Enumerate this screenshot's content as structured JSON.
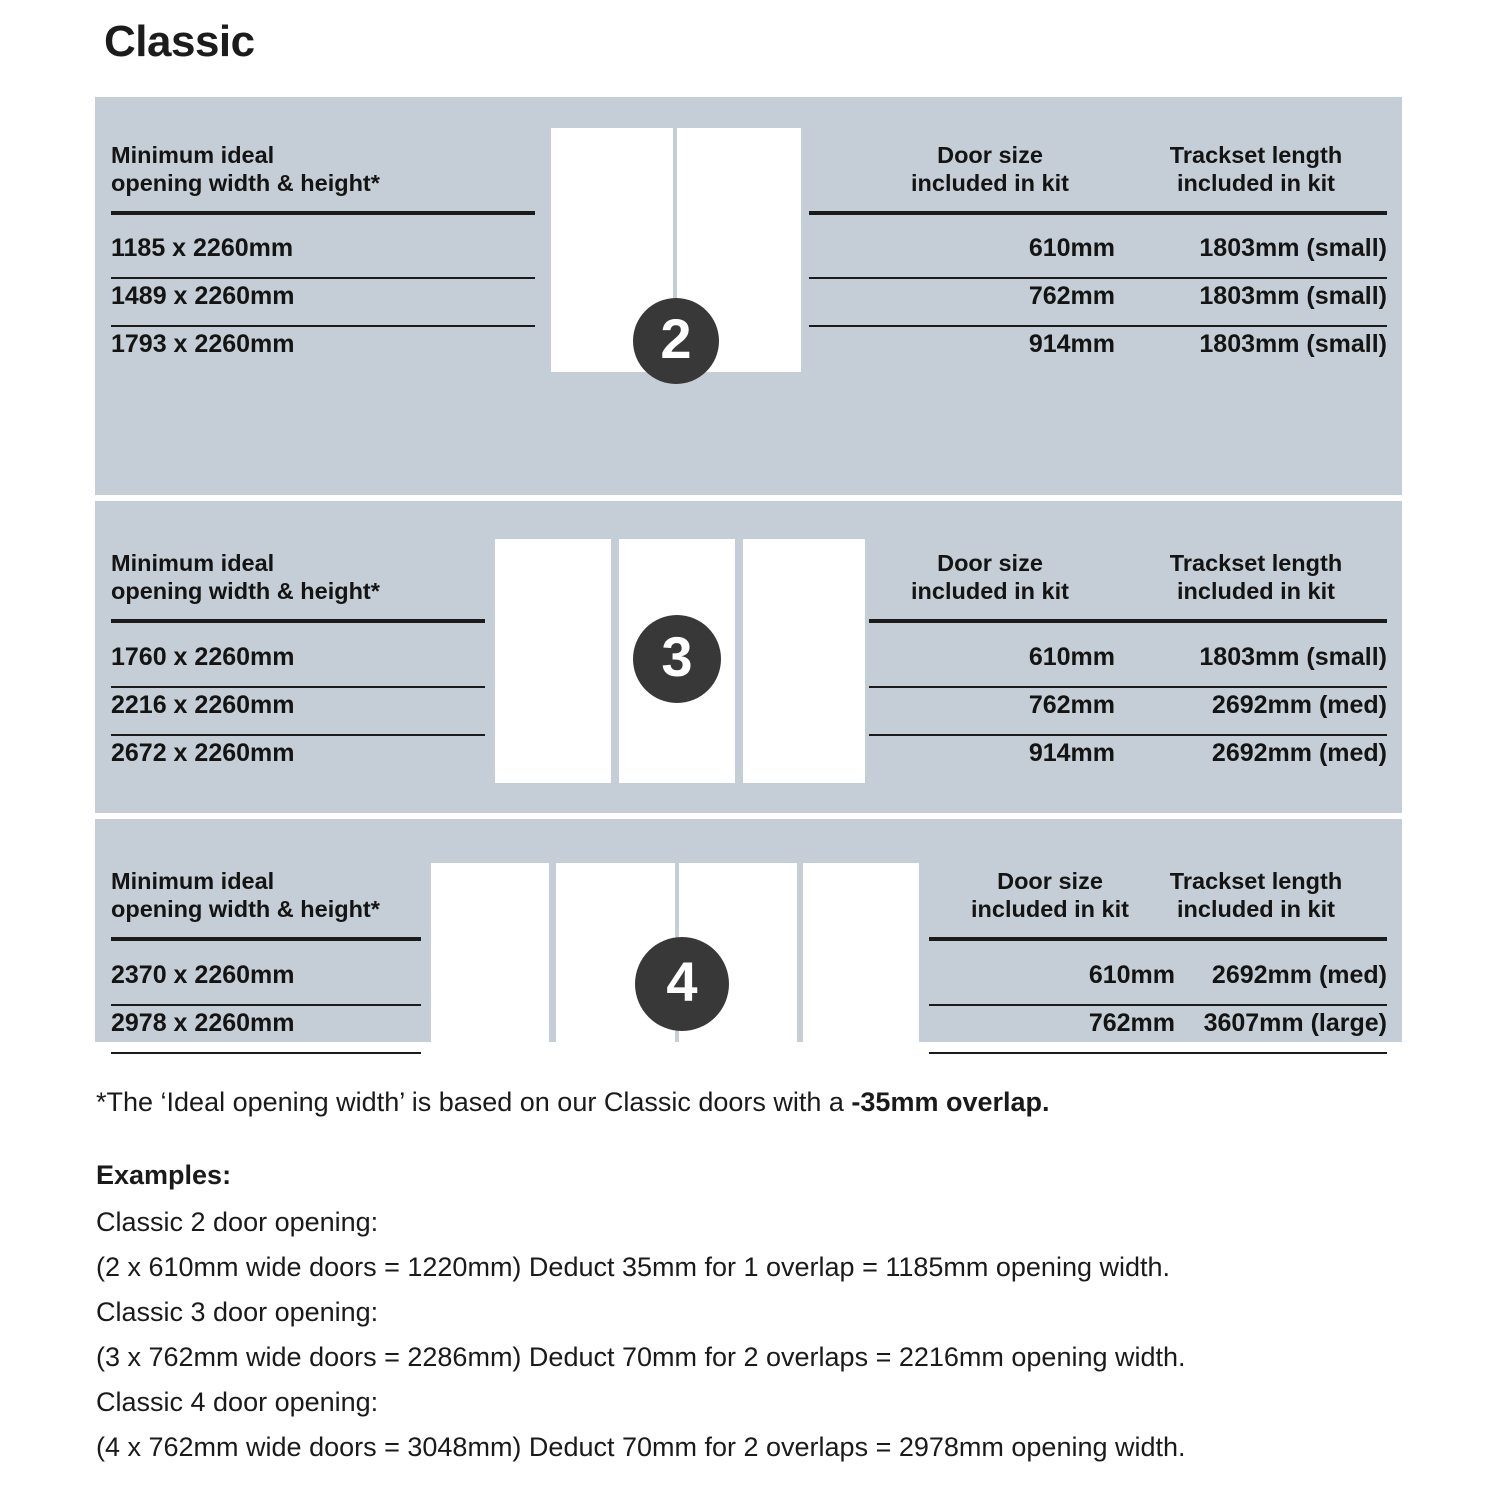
{
  "title": "Classic",
  "theme": {
    "panel_bg": "#c5ced6",
    "page_bg": "#ffffff",
    "badge_bg": "#383838",
    "rule_color": "#1b1b1b",
    "door_fill": "#ffffff"
  },
  "headers": {
    "left": "Minimum ideal\nopening width & height*",
    "door_size": "Door size\nincluded in kit",
    "trackset": "Trackset length\nincluded in kit"
  },
  "sections": [
    {
      "badge": "2",
      "door_count": 2,
      "left_header": "Minimum ideal\nopening width & height*",
      "door_size_header": "Door size\nincluded in kit",
      "trackset_header": "Trackset length\nincluded in kit",
      "rows": [
        {
          "opening": "1185 x 2260mm",
          "door_size": "610mm",
          "trackset": "1803mm (small)"
        },
        {
          "opening": "1489 x 2260mm",
          "door_size": "762mm",
          "trackset": "1803mm (small)"
        },
        {
          "opening": "1793 x 2260mm",
          "door_size": "914mm",
          "trackset": "1803mm (small)"
        }
      ]
    },
    {
      "badge": "3",
      "door_count": 3,
      "left_header": "Minimum ideal\nopening width & height*",
      "door_size_header": "Door size\nincluded in kit",
      "trackset_header": "Trackset length\nincluded in kit",
      "rows": [
        {
          "opening": "1760 x 2260mm",
          "door_size": "610mm",
          "trackset": "1803mm (small)"
        },
        {
          "opening": "2216 x 2260mm",
          "door_size": "762mm",
          "trackset": "2692mm (med)"
        },
        {
          "opening": "2672 x 2260mm",
          "door_size": "914mm",
          "trackset": "2692mm (med)"
        }
      ]
    },
    {
      "badge": "4",
      "door_count": 4,
      "left_header": "Minimum ideal\nopening width & height*",
      "door_size_header": "Door size\nincluded in kit",
      "trackset_header": "Trackset length\nincluded in kit",
      "rows": [
        {
          "opening": "2370 x 2260mm",
          "door_size": "610mm",
          "trackset": "2692mm (med)"
        },
        {
          "opening": "2978 x 2260mm",
          "door_size": "762mm",
          "trackset": "3607mm (large)"
        }
      ]
    }
  ],
  "footnote": {
    "lead": "*The ‘Ideal opening width’ is based on our Classic doors with a ",
    "bold": "-35mm overlap."
  },
  "examples": {
    "heading": "Examples:",
    "lines": [
      "Classic 2 door opening:",
      "(2 x 610mm wide doors = 1220mm)  Deduct 35mm for 1 overlap = 1185mm opening width.",
      "Classic 3 door opening:",
      "(3 x 762mm wide doors = 2286mm)  Deduct 70mm for 2 overlaps = 2216mm opening width.",
      "Classic 4 door opening:",
      "(4 x 762mm wide doors = 3048mm)  Deduct 70mm for 2 overlaps = 2978mm opening width."
    ]
  }
}
